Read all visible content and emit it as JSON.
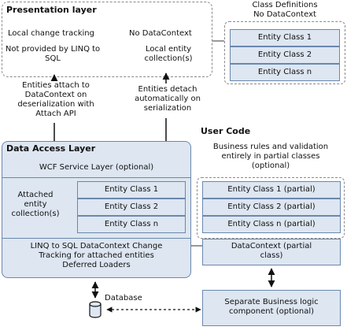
{
  "presentation": {
    "title": "Presentation layer",
    "local_tracking": "Local change tracking",
    "no_datacontext": "No DataContext",
    "not_provided": "Not provided by LINQ to SQL",
    "local_collection": "Local entity collection(s)"
  },
  "class_definitions": {
    "title_line1": "Class Definitions",
    "title_line2": "No DataContext",
    "items": [
      "Entity Class 1",
      "Entity Class 2",
      "Entity Class n"
    ]
  },
  "arrows": {
    "attach": "Entities attach to DataContext on deserialization with Attach API",
    "detach": "Entities detach automatically on serialization"
  },
  "dal": {
    "title": "Data Access Layer",
    "wcf": "WCF Service Layer (optional)",
    "attached": "Attached entity collection(s)",
    "items": [
      "Entity Class 1",
      "Entity Class 2",
      "Entity Class n"
    ],
    "linq": "LINQ to SQL DataContext Change Tracking for attached entities Deferred Loaders"
  },
  "user_code": {
    "title": "User Code",
    "rules": "Business rules and validation entirely in partial classes (optional)",
    "items": [
      "Entity Class 1 (partial)",
      "Entity Class 2 (partial)",
      "Entity Class n  (partial)"
    ],
    "datacontext": "DataContext (partial class)",
    "business": "Separate Business logic component (optional)"
  },
  "database": {
    "label": "Database"
  },
  "colors": {
    "fill": "#dde6f1",
    "border": "#6b87ad",
    "dashed": "#8a8a8a"
  }
}
